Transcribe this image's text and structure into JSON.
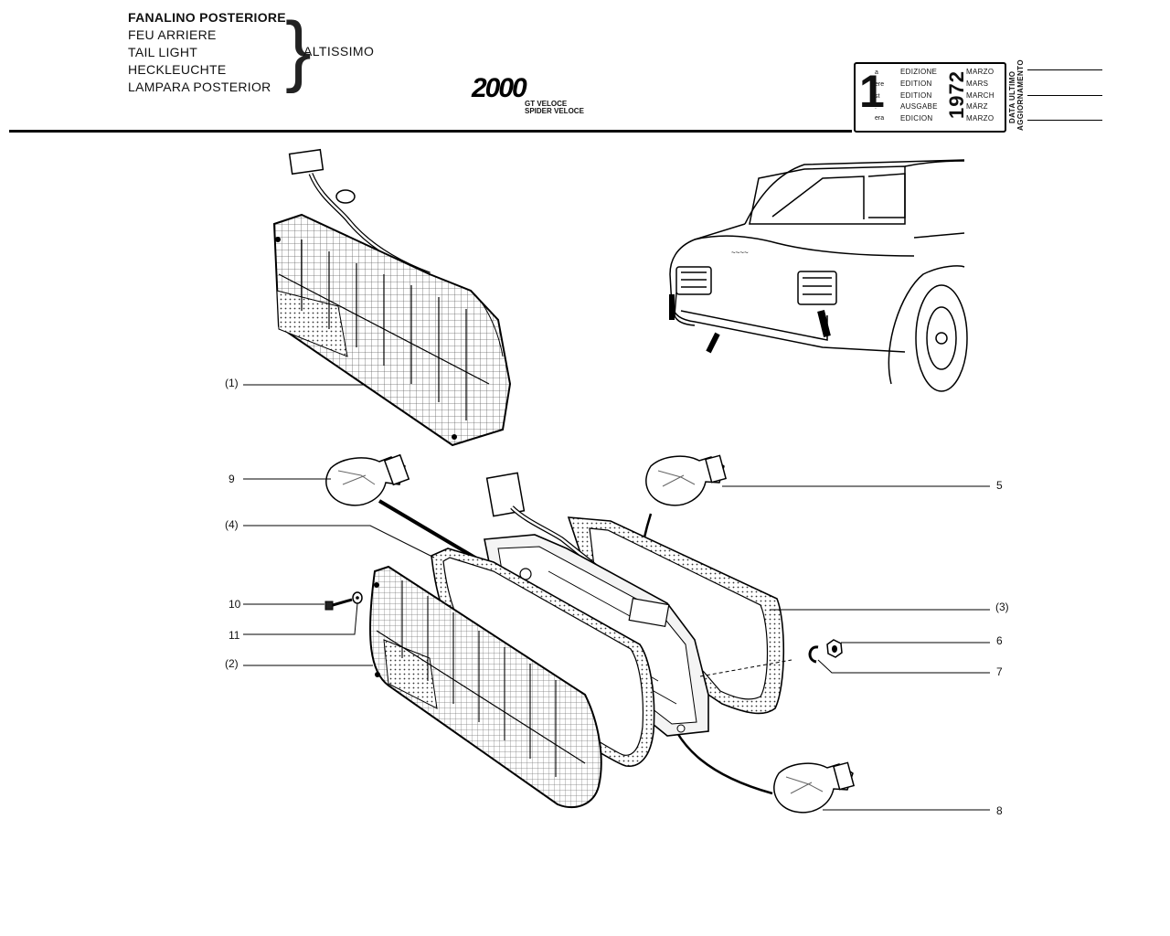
{
  "header": {
    "title_lines": [
      "FANALINO POSTERIORE",
      "FEU ARRIERE",
      "TAIL LIGHT",
      "HECKLEUCHTE",
      "LAMPARA POSTERIOR"
    ],
    "model_word": "ALTISSIMO",
    "logo_text": "2000",
    "logo_sub1": "GT VELOCE",
    "logo_sub2": "SPIDER VELOCE"
  },
  "edition": {
    "number": "1",
    "superscripts": [
      "a",
      "ere",
      "st",
      ".",
      "era"
    ],
    "words": [
      "EDIZIONE",
      "EDITION",
      "EDITION",
      "AUSGABE",
      "EDICION"
    ],
    "year": "1972",
    "months": [
      "MARZO",
      "MARS",
      "MARCH",
      "MÄRZ",
      "MARZO"
    ],
    "update_label_1": "DATA ULTIMO",
    "update_label_2": "AGGIORNAMENTO"
  },
  "callouts": {
    "c1": "(1)",
    "c9": "9",
    "c4": "(4)",
    "c10": "10",
    "c11": "11",
    "c2": "(2)",
    "c5": "5",
    "c3": "(3)",
    "c6": "6",
    "c7": "7",
    "c8": "8"
  }
}
